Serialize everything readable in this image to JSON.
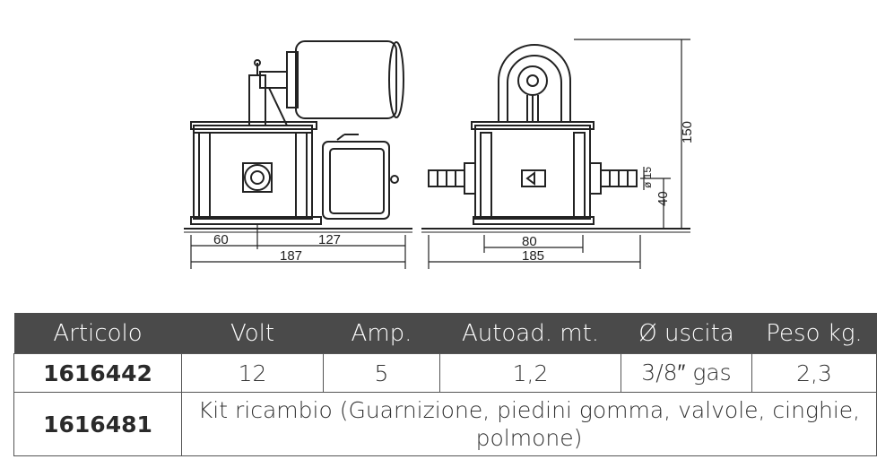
{
  "drawing": {
    "dimensions": {
      "side_60": "60",
      "side_127": "127",
      "side_187": "187",
      "front_80": "80",
      "front_185": "185",
      "height_150": "150",
      "height_40": "40",
      "diameter_15": "ø 15"
    }
  },
  "table": {
    "headers": [
      "Articolo",
      "Volt",
      "Amp.",
      "Autoad. mt.",
      "Ø uscita",
      "Peso kg."
    ],
    "rows": [
      {
        "code": "1616442",
        "volt": "12",
        "amp": "5",
        "autoad": "1,2",
        "uscita": "3/8″ gas",
        "peso": "2,3"
      },
      {
        "code": "1616481",
        "description": "Kit ricambio (Guarnizione, piedini gomma, valvole, cinghie, polmone)"
      }
    ]
  }
}
